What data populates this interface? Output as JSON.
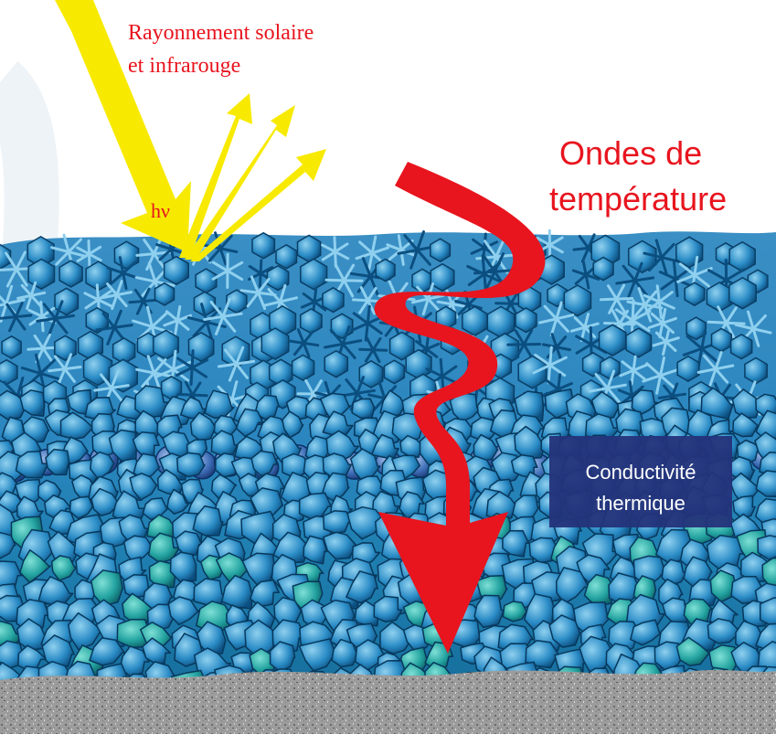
{
  "labels": {
    "radiation_line1": "Rayonnement solaire",
    "radiation_line2": "et infrarouge",
    "photon": "hν",
    "waves_line1": "Ondes de",
    "waves_line2": "température",
    "conductivity_line1": "Conductivité",
    "conductivity_line2": "thermique"
  },
  "colors": {
    "radiation_arrow": "#f7ea00",
    "label_red": "#e8141e",
    "temperature_arrow": "#e8141e",
    "conductivity_box": "#24337a",
    "conductivity_text": "#ffffff",
    "snow_dark": "#0b4f80",
    "snow_mid": "#1f86c2",
    "snow_light": "#5cb6e3",
    "snow_pale": "#b8e1f4",
    "snow_depth_hoar": "#2a9fa3",
    "snow_rounded": "#3b6fb8",
    "ground": "#9a9a9a"
  }
}
